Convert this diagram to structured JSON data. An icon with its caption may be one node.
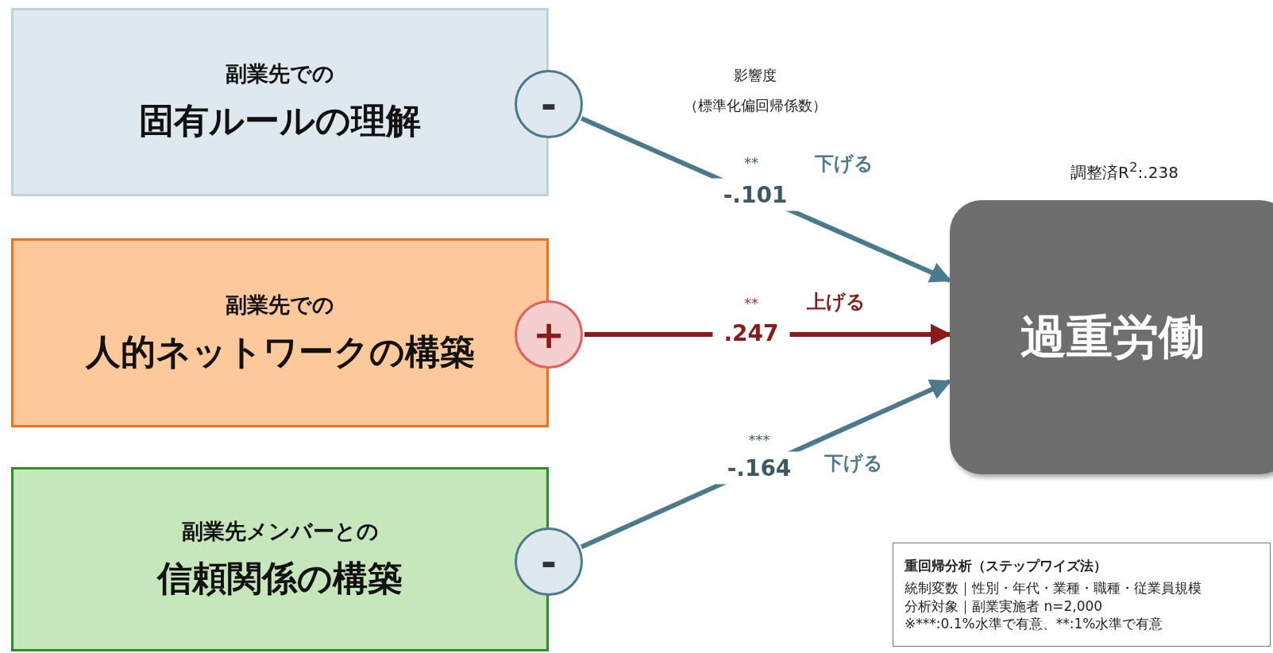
{
  "diagram": {
    "nodes": [
      {
        "text": [
          "副業先での",
          "固有ルールの理解"
        ]
      },
      {
        "text": [
          "副業先での",
          "人的ネットワークの構築"
        ]
      },
      {
        "text": [
          "副業先メンバーとの",
          "信頼関係の構築"
        ]
      },
      {
        "text": [
          "-"
        ]
      },
      {
        "text": [
          "+"
        ]
      },
      {
        "text": [
          "-"
        ]
      },
      {
        "text": [
          "過重労働"
        ]
      },
      {
        "text": [
          "重回帰分析（ステップワイズ法）",
          "統制変数｜性別・年代・業種・職種・従業員規模",
          "分析対象｜副業実施者 n=2,000",
          "※***:0.1%水準で有意、**:1%水準で有意"
        ]
      }
    ],
    "edges": [
      {
        "from": 3,
        "to": 6,
        "arrow": "to",
        "label": "-.101"
      },
      {
        "from": 4,
        "to": 6,
        "arrow": "to",
        "label": ".247",
        "color": "#8b1a1a"
      },
      {
        "from": 5,
        "to": 6,
        "arrow": "to",
        "label": "-.164"
      }
    ],
    "labels": [
      "影響度",
      "（標準化偏回帰係数）",
      "**",
      "下げる",
      "調整済R$^{2}$:.238",
      "**",
      "上げる",
      "***",
      "下げる"
    ]
  }
}
